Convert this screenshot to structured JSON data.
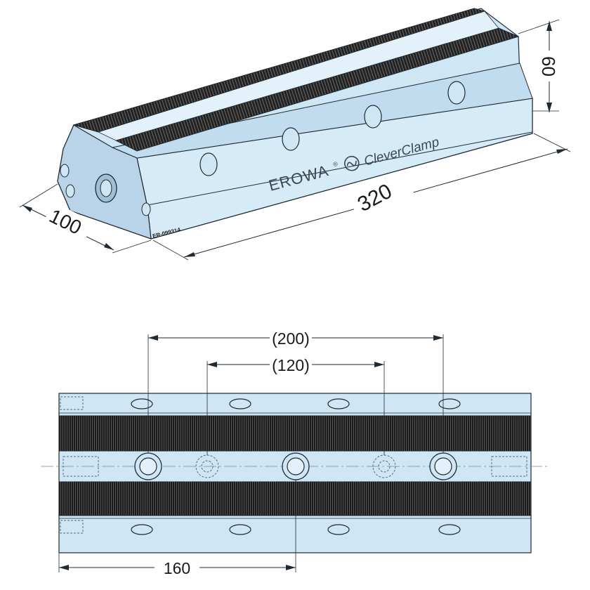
{
  "iso_view": {
    "dim_length": "320",
    "dim_width": "100",
    "dim_height": "60",
    "part_number": "ER-099314",
    "brand": "EROWA",
    "brand_mark": "®",
    "product": "CleverClamp",
    "logo_icon": "erowa-wave-logo-icon"
  },
  "top_view": {
    "dim_outer_spacing": "(200)",
    "dim_inner_spacing": "(120)",
    "dim_offset": "160"
  },
  "colors": {
    "body": "#cfe6f5",
    "body_top": "#e3f1fa",
    "body_shadow": "#a8c6dc",
    "jaw_serration": "#1b1b1b",
    "outline": "#1f2a33"
  }
}
